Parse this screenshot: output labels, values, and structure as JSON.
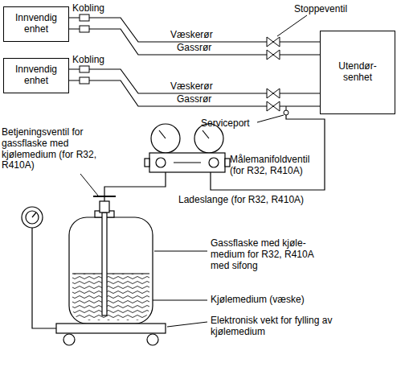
{
  "diagram": {
    "nodes": [
      {
        "text": [
          "Innvendig enhet"
        ]
      },
      {
        "text": [
          "Innvendig enhet"
        ]
      },
      {
        "text": [
          "Utendør- senhet"
        ]
      }
    ],
    "edges": [
      {
        "from": 0,
        "to": 2,
        "arrow": "none",
        "label": "Væskerør"
      },
      {
        "from": 0,
        "to": 2,
        "arrow": "none",
        "label": "Gassrør"
      },
      {
        "from": 1,
        "to": 2,
        "arrow": "none",
        "label": "Væskerør"
      },
      {
        "from": 1,
        "to": 2,
        "arrow": "none",
        "label": "Gassrør"
      }
    ],
    "labels": [
      "Kobling",
      "Kobling",
      "Stoppeventil",
      "Serviceport",
      "Betjeningsventil for gassflaske med kjølemedium (for R32, R410A)",
      "Målemanifoldventil (for R32, R410A)",
      "Ladeslange (for R32, R410A)",
      "Gassflaske med kjøle- medium for R32, R410A med sifong",
      "Kjølemedium (væske)",
      "Elektronisk vekt for fylling av kjølemedium"
    ]
  }
}
